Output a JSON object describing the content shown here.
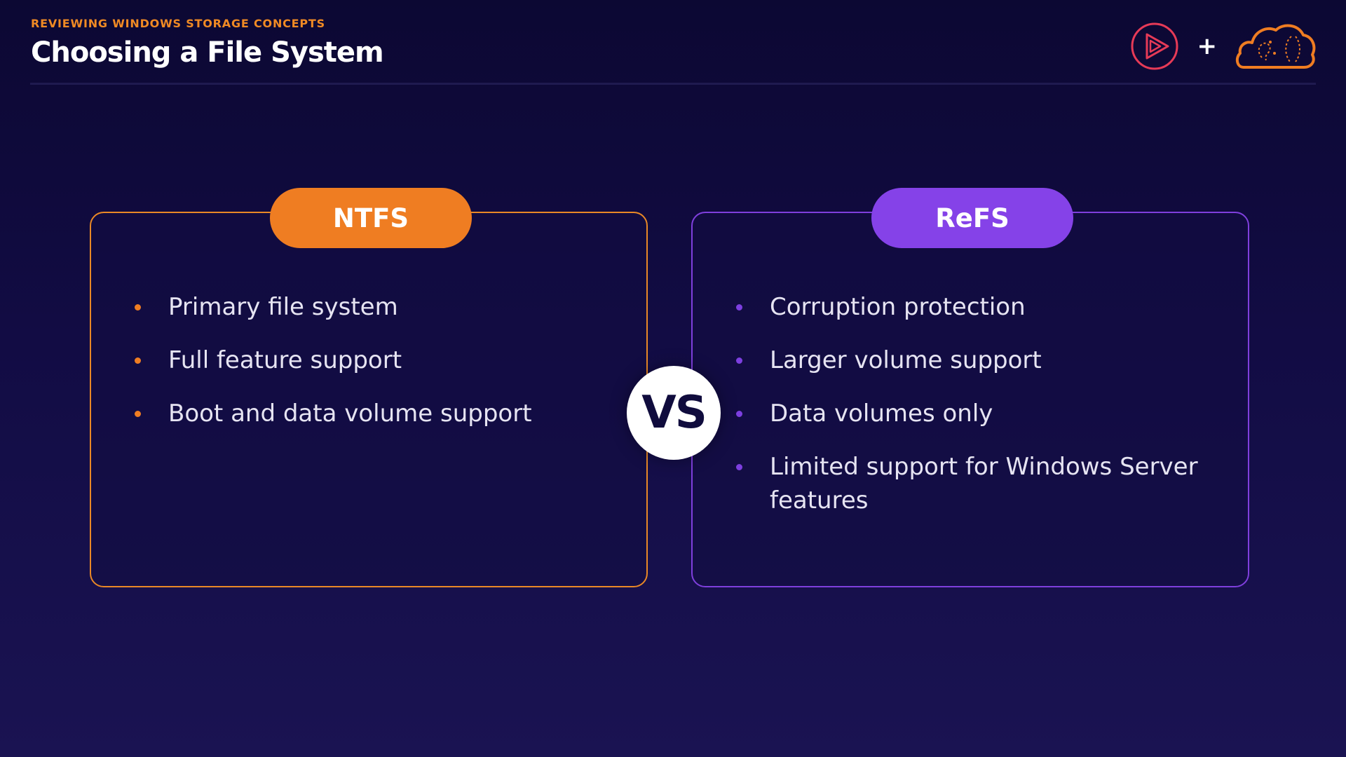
{
  "header": {
    "eyebrow": "REVIEWING WINDOWS STORAGE CONCEPTS",
    "title": "Choosing a File System"
  },
  "logos": {
    "left_icon": "play-logo-icon",
    "plus": "+",
    "right_icon": "cloud-logo-icon"
  },
  "comparison": {
    "vs_label": "VS",
    "left": {
      "label": "NTFS",
      "accent": "#ef7d22",
      "items": [
        "Primary file system",
        "Full feature support",
        "Boot and data volume support"
      ]
    },
    "right": {
      "label": "ReFS",
      "accent": "#8542e8",
      "items": [
        "Corruption protection",
        "Larger volume support",
        "Data volumes only",
        "Limited support for Windows Server features"
      ]
    }
  },
  "colors": {
    "background": "#120c44",
    "eyebrow": "#f08a24",
    "text": "#e6e4f2"
  }
}
